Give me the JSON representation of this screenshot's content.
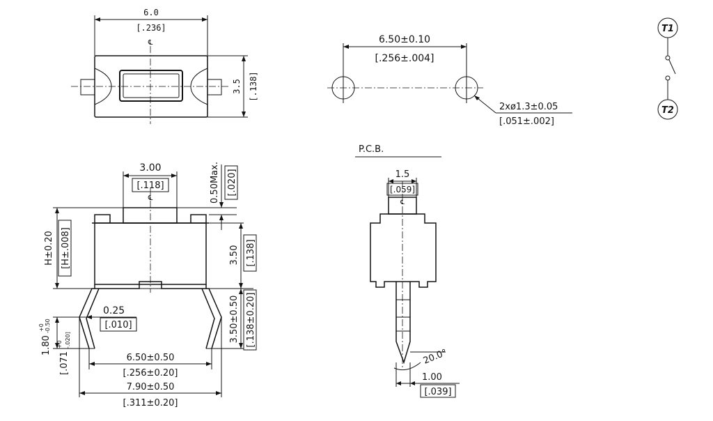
{
  "top_view": {
    "width_mm": "6.0",
    "width_in": "[.236]",
    "height_mm": "3.5",
    "height_in": "[.138]",
    "centerline": "℄"
  },
  "pcb_layout": {
    "pitch_mm": "6.50±0.10",
    "pitch_in": "[.256±.004]",
    "hole_mm": "2xø1.3±0.05",
    "hole_in": "[.051±.002]"
  },
  "schematic": {
    "t1": "T1",
    "t2": "T2"
  },
  "front_view": {
    "actuator_mm": "3.00",
    "actuator_in": "[.118]",
    "centerline": "℄",
    "max_travel": "0.50Max.",
    "max_travel_in": "[.020]",
    "height_h": "H±0.20",
    "height_h_in": "[H±.008]",
    "body_h_mm": "3.50",
    "body_h_in": "[.138]",
    "lead_thk_mm": "0.25",
    "lead_thk_in": "[.010]",
    "lead_len_mm": "3.50±0.50",
    "lead_len_in": "[.138±0.20]",
    "standoff_mm": "1.80",
    "standoff_in": "[.071",
    "standoff_tol_mm_top": "+0",
    "standoff_tol_mm_bot": "-0.50",
    "standoff_tol_in_top": "+0",
    "standoff_tol_in_bot": "-.020]",
    "lead_pitch_mm": "6.50±0.50",
    "lead_pitch_in": "[.256±0.20]",
    "overall_mm": "7.90±0.50",
    "overall_in": "[.311±0.20]"
  },
  "side_view": {
    "pcb_label": "P.C.B.",
    "actuator_mm": "1.5",
    "actuator_in": "[.059]",
    "centerline": "℄",
    "angle": "20.0°",
    "lead_w_mm": "1.00",
    "lead_w_in": "[.039]"
  }
}
